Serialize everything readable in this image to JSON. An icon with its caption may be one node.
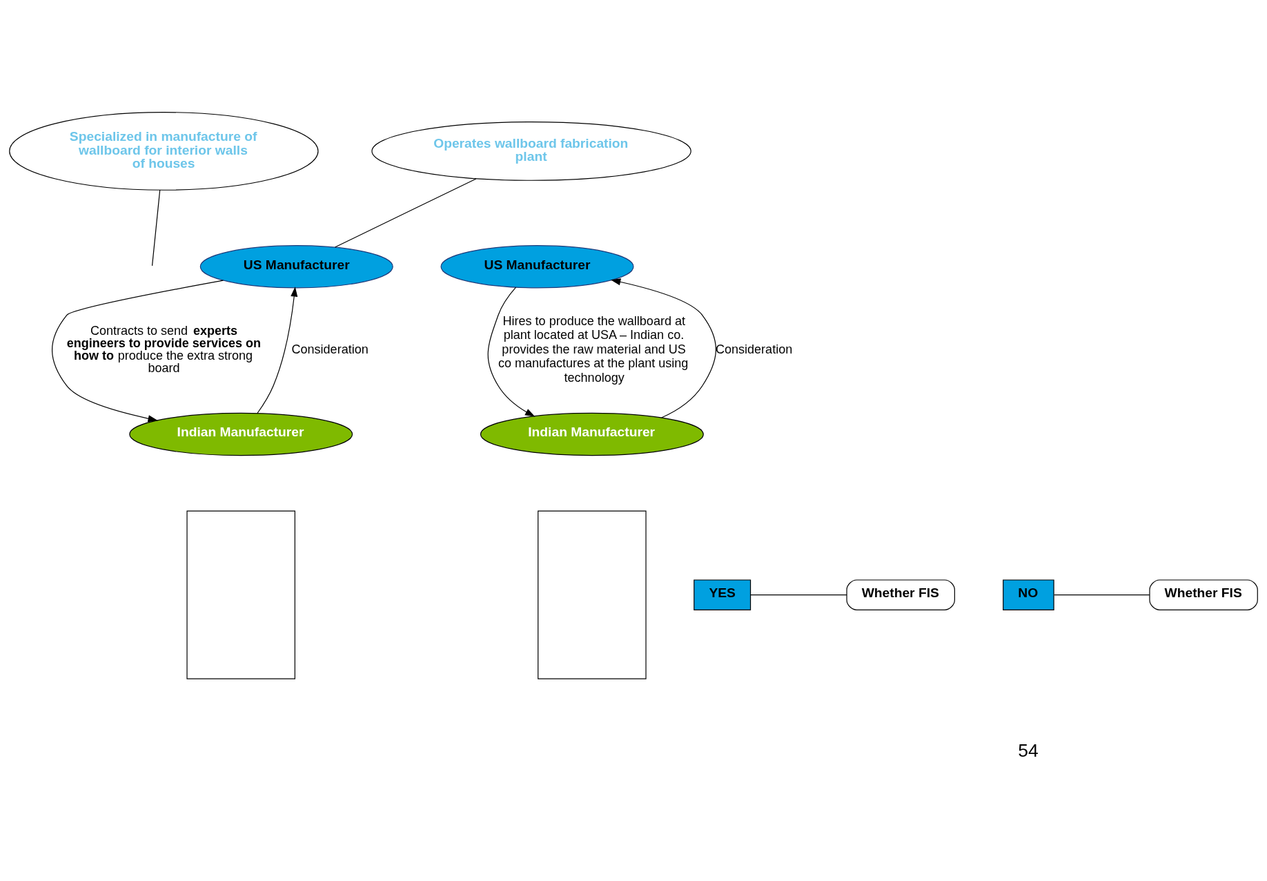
{
  "diagram": {
    "nodes": [
      {
        "text": [
          "Specialized in manufacture of wallboard for interior walls of houses"
        ]
      },
      {
        "text": [
          "US Manufacturer"
        ]
      },
      {
        "text": [
          "Indian Manufacturer"
        ]
      },
      {
        "text": [],
        "shape": "box"
      },
      {
        "text": [
          "Whether FIS"
        ]
      },
      {
        "text": [
          "YES"
        ]
      },
      {
        "text": [
          "Operates wallboard fabrication plant"
        ]
      },
      {
        "text": [
          "US Manufacturer"
        ]
      },
      {
        "text": [
          "Indian Manufacturer"
        ]
      },
      {
        "text": [],
        "shape": "box"
      },
      {
        "text": [
          "Whether FIS"
        ]
      },
      {
        "text": [
          "NO"
        ]
      }
    ],
    "edges": [
      {
        "from": 0,
        "to": null,
        "arrow": "none"
      },
      {
        "from": 6,
        "to": 1,
        "arrow": "none"
      },
      {
        "from": 2,
        "to": 1,
        "arrow": "to",
        "label": "Consideration"
      },
      {
        "from": 1,
        "to": 2,
        "arrow": "to",
        "label": "Contracts to send **experts engineers to provide services on how to** produce the extra strong board"
      },
      {
        "from": 8,
        "to": 7,
        "arrow": "to",
        "label": "Consideration"
      },
      {
        "from": 7,
        "to": 8,
        "arrow": "to",
        "label": "Hires to produce the wallboard at plant located at USA – Indian co. provides the raw material and US co manufactures at the plant using technology"
      },
      {
        "from": 5,
        "to": 4,
        "arrow": "none"
      },
      {
        "from": 11,
        "to": 10,
        "arrow": "none"
      }
    ],
    "labels": [
      "54"
    ]
  }
}
